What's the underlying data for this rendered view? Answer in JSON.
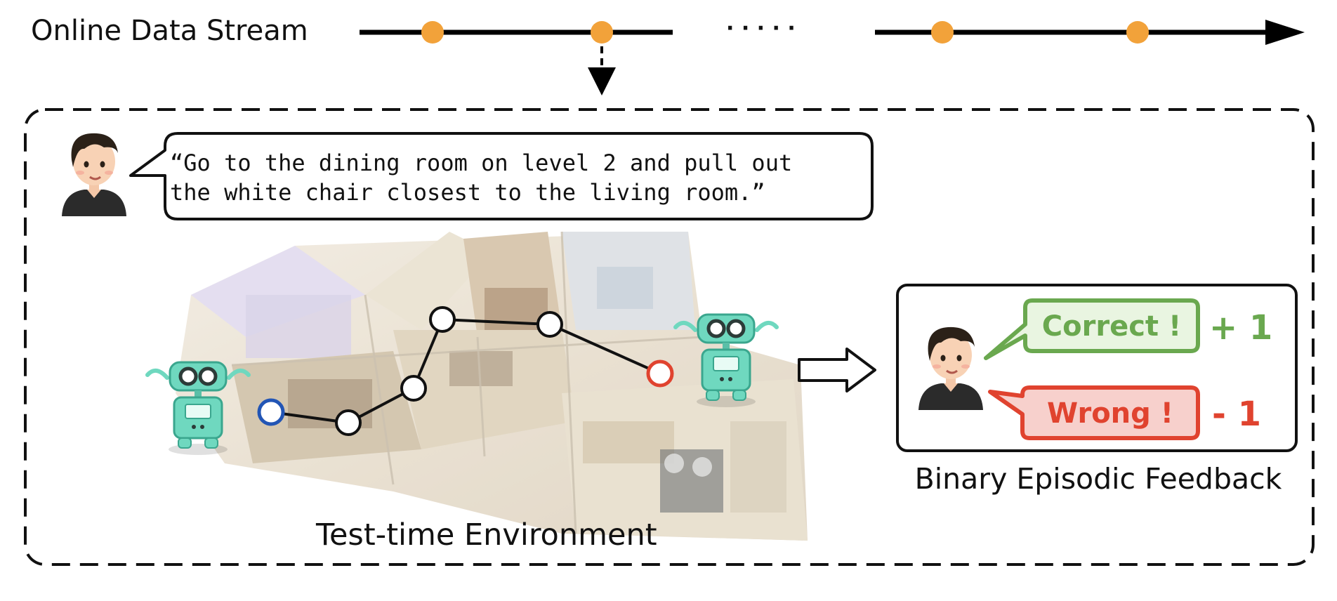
{
  "stream": {
    "label": "Online Data Stream",
    "ellipsis": "· · · · ·"
  },
  "instruction": {
    "line1": "“Go to the dining room on level 2 and pull out",
    "line2": "the white chair closest to the living room.”"
  },
  "environment": {
    "label": "Test-time Environment"
  },
  "feedback": {
    "title": "Binary Episodic Feedback",
    "correct_label": "Correct !",
    "correct_score": "+ 1",
    "wrong_label": "Wrong !",
    "wrong_score": "- 1"
  },
  "colors": {
    "stream_dot": "#f2a23a",
    "correct_green": "#6aa84f",
    "correct_fill": "#e9f5e1",
    "wrong_red": "#e0432f",
    "wrong_fill": "#f7d0cc",
    "robot_teal": "#6fd8bf",
    "start_node": "#2255b5",
    "goal_node": "#e0432f"
  }
}
